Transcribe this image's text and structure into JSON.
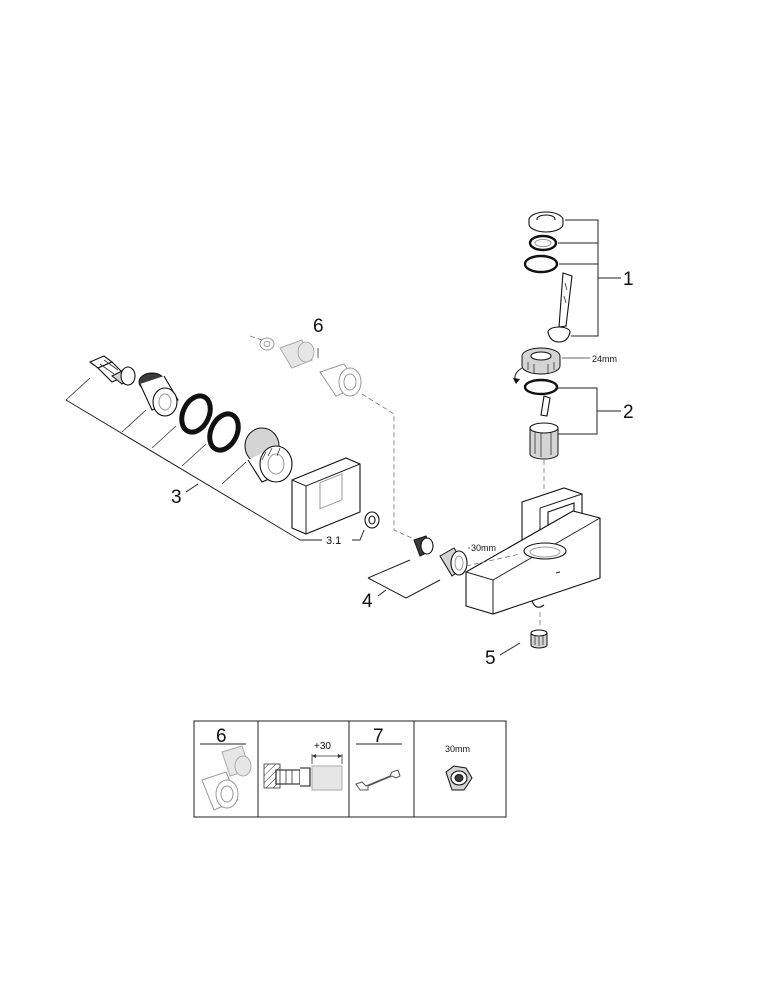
{
  "diagram": {
    "part_labels": {
      "p1": "1",
      "p2": "2",
      "p3": "3",
      "p3_1": "3.1",
      "p4": "4",
      "p5": "5",
      "p6": "6"
    },
    "dimensions": {
      "nut_24": "24mm",
      "nut_30": "30mm"
    }
  },
  "tools_box": {
    "cells": [
      {
        "label": "6"
      },
      {
        "label": "+30"
      },
      {
        "label": "7"
      },
      {
        "label": "30mm"
      }
    ]
  }
}
